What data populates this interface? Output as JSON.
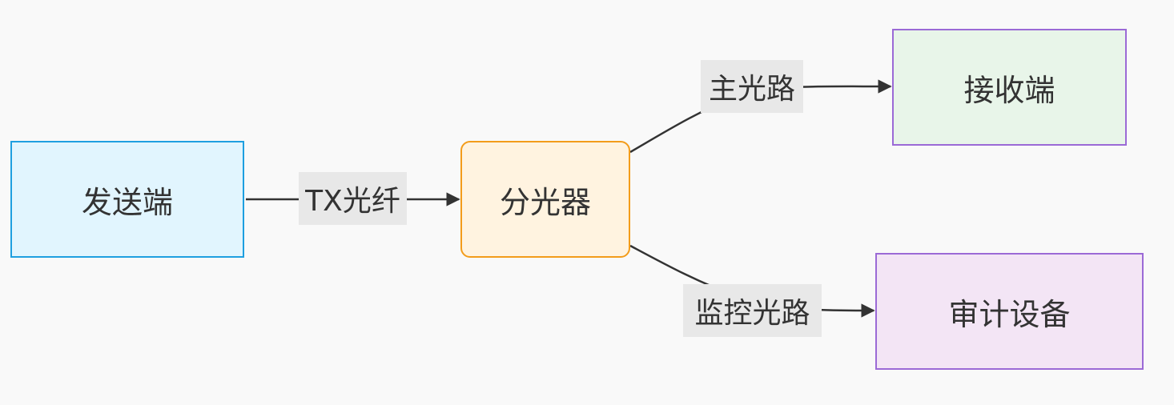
{
  "nodes": {
    "sender": {
      "label": "发送端",
      "fill": "#e1f5fe",
      "stroke": "#1e9fe0"
    },
    "splitter": {
      "label": "分光器",
      "fill": "#fff3e0",
      "stroke": "#f39c1a"
    },
    "receiver": {
      "label": "接收端",
      "fill": "#e8f5e9",
      "stroke": "#9b6ad6"
    },
    "audit": {
      "label": "审计设备",
      "fill": "#f3e5f5",
      "stroke": "#9b6ad6"
    }
  },
  "edges": {
    "tx": {
      "label": "TX光纤",
      "from": "发送端",
      "to": "分光器"
    },
    "main": {
      "label": "主光路",
      "from": "分光器",
      "to": "接收端"
    },
    "monitor": {
      "label": "监控光路",
      "from": "分光器",
      "to": "审计设备"
    }
  },
  "colors": {
    "background": "#f9f9f9",
    "edge": "#333333",
    "edge_label_bg": "#e8e8e8"
  }
}
